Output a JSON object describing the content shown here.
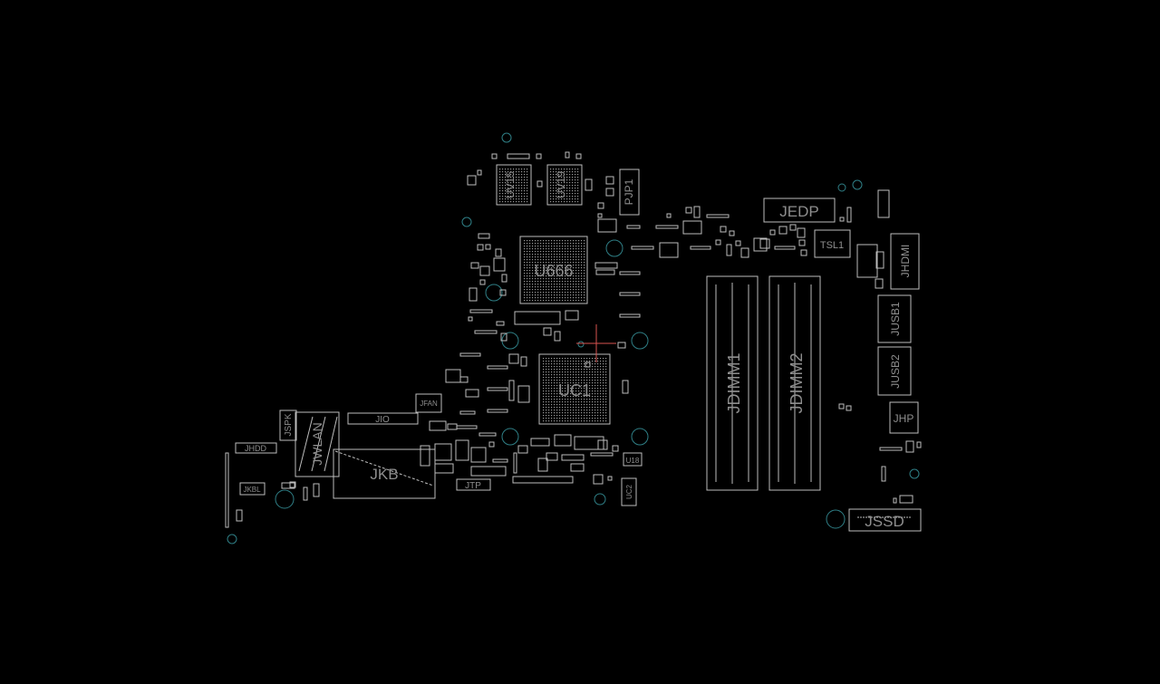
{
  "colors": {
    "background": "#000000",
    "outline": "#bdbdbd",
    "label": "#8e8e8e",
    "via": "#2f7f86",
    "cursor": "#d9534f"
  },
  "components": {
    "uv15": "UV15",
    "uv19": "UV19",
    "pjp1": "PJP1",
    "u666": "U666",
    "uc1": "UC1",
    "jedp": "JEDP",
    "tsl1": "TSL1",
    "jhdmi": "JHDMI",
    "jusb1": "JUSB1",
    "jusb2": "JUSB2",
    "jdimm1": "JDIMM1",
    "jdimm2": "JDIMM2",
    "jhp": "JHP",
    "jssd": "JSSD",
    "jfan": "JFAN",
    "jio": "JIO",
    "jspk": "JSPK",
    "jwlan": "JWLAN",
    "jhdd": "JHDD",
    "jkbl": "JKBL",
    "jkb": "JKB",
    "jtp": "JTP",
    "u18": "U18",
    "uc2": "UC2"
  }
}
